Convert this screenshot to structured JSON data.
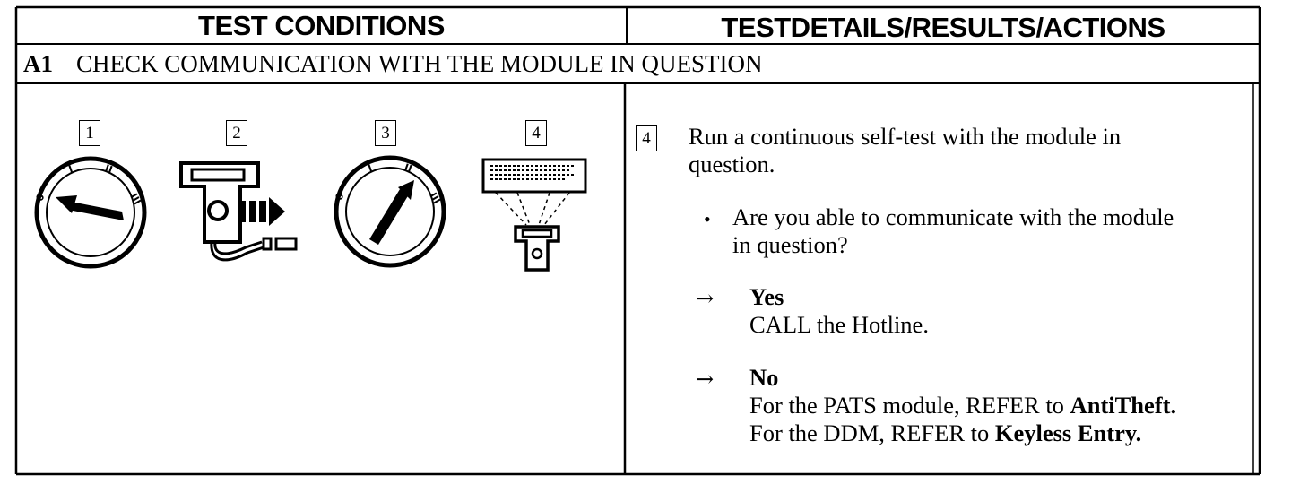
{
  "header": {
    "left": "TEST CONDITIONS",
    "right": "TESTDETAILS/RESULTS/ACTIONS"
  },
  "step": {
    "code": "A1",
    "title": "CHECK COMMUNICATION WITH THE MODULE IN QUESTION"
  },
  "illustrations": [
    {
      "number": "1",
      "icon": "ignition-switch-off-icon"
    },
    {
      "number": "2",
      "icon": "scan-tool-connect-icon"
    },
    {
      "number": "3",
      "icon": "ignition-switch-run-icon"
    },
    {
      "number": "4",
      "icon": "scan-tool-display-icon"
    }
  ],
  "details": {
    "step_number": "4",
    "instruction_line1": "Run a continuous self-test with the module in",
    "instruction_line2": "question.",
    "question_line1": "Are you able to communicate with the module",
    "question_line2": "in question?",
    "bullet": "•",
    "arrow": "→",
    "yes": {
      "label": "Yes",
      "action": "CALL the Hotline."
    },
    "no": {
      "label": "No",
      "line1_text": "For the PATS module, REFER to",
      "line1_ref": "AntiTheft.",
      "line2_text": "For the DDM, REFER to",
      "line2_ref": "Keyless Entry."
    }
  }
}
